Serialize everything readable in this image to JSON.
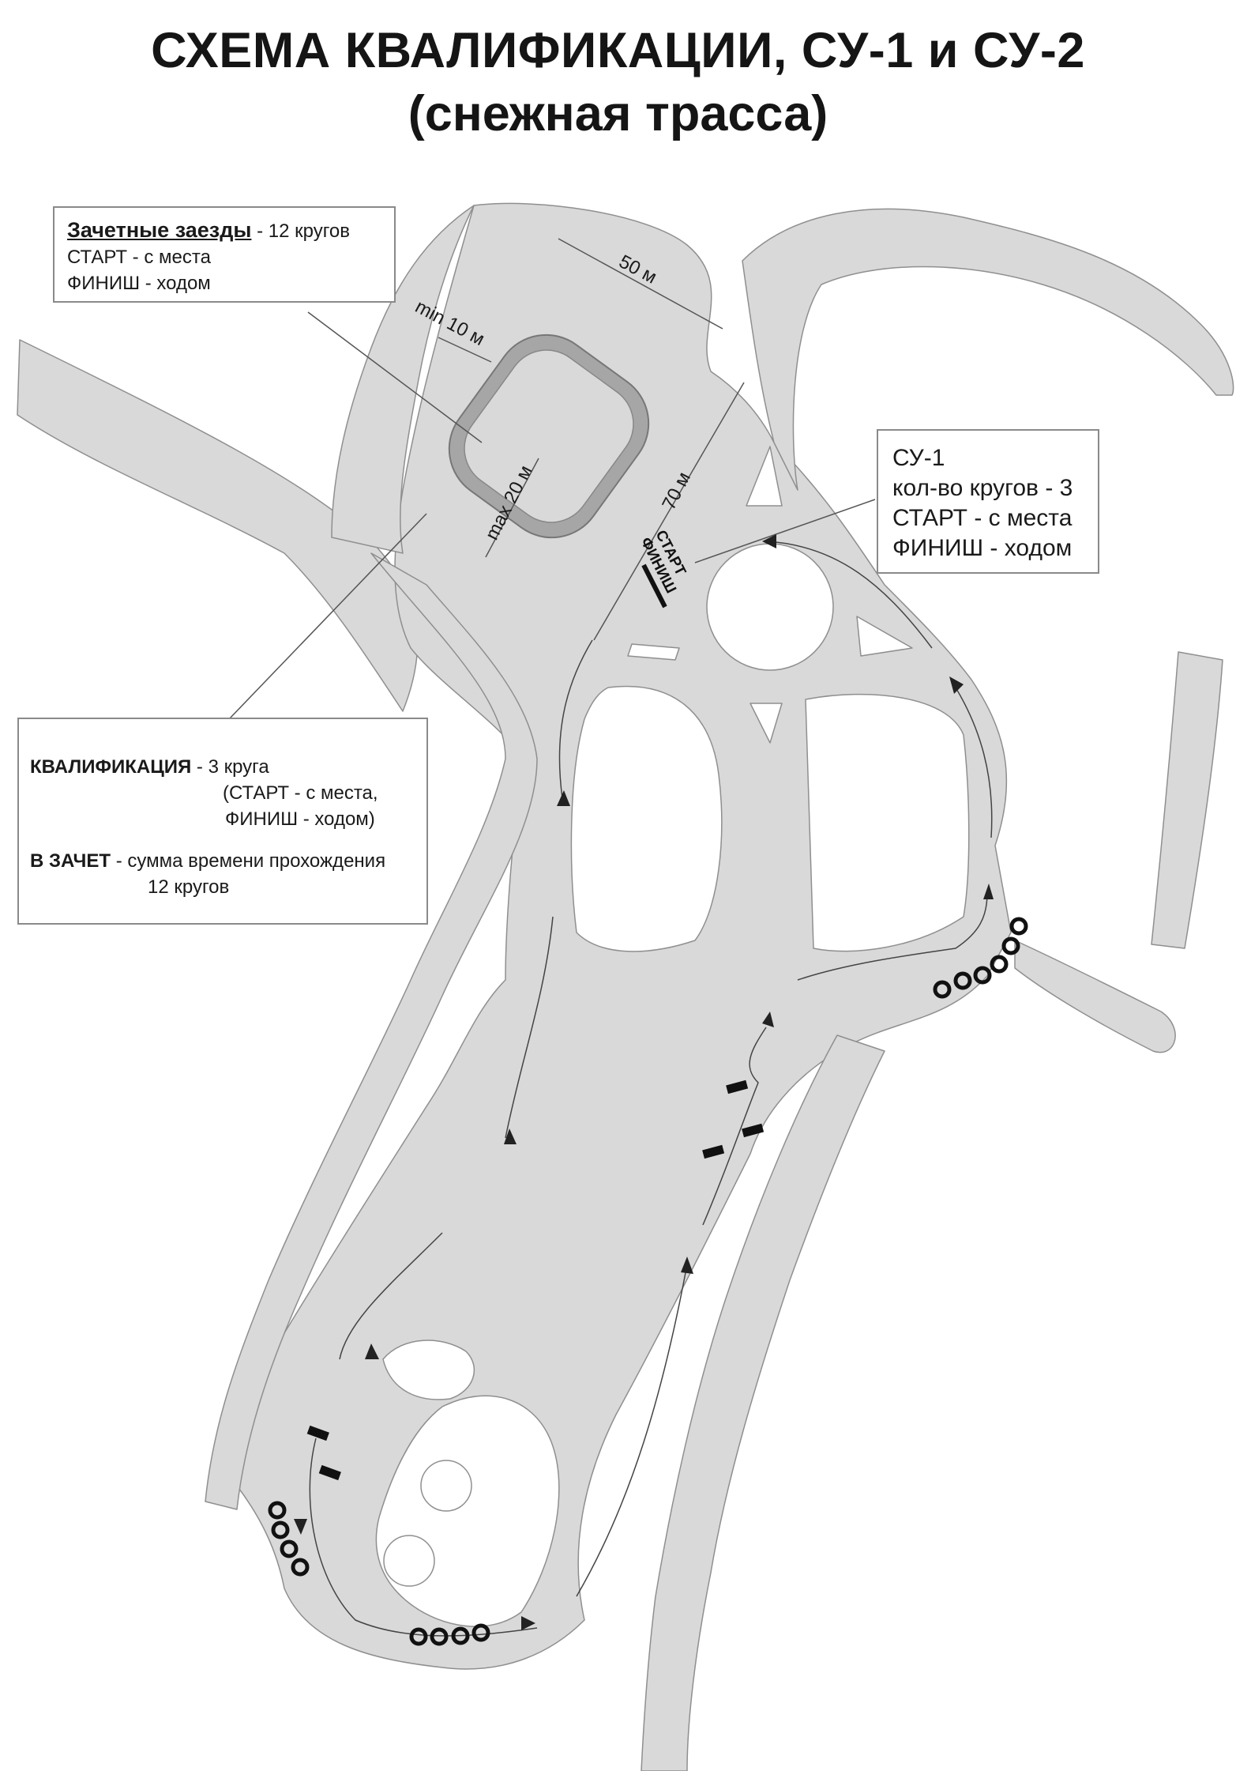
{
  "title": {
    "line1": "СХЕМА КВАЛИФИКАЦИИ, СУ-1 и СУ-2",
    "line2": "(снежная трасса)"
  },
  "races_box": {
    "heading": "Зачетные заезды",
    "heading_suffix": " - 12 кругов",
    "start": "СТАРТ - с места",
    "finish": "ФИНИШ - ходом"
  },
  "su1_box": {
    "name": "СУ-1",
    "laps": "кол-во кругов - 3",
    "start": "СТАРТ - с места",
    "finish": "ФИНИШ - ходом"
  },
  "qual_box": {
    "heading": "КВАЛИФИКАЦИЯ",
    "heading_suffix": " - 3 круга",
    "line2": "(СТАРТ - с места,",
    "line3": "ФИНИШ - ходом)",
    "credit_heading": "В ЗАЧЕТ",
    "credit_suffix": " - сумма времени прохождения",
    "credit_line2": "12  кругов"
  },
  "dimensions": {
    "width": "50 м",
    "min_width": "min 10 м",
    "length": "70 м",
    "max_width": "max 20 м"
  },
  "start_finish": {
    "start": "СТАРТ",
    "finish": "ФИНИШ"
  },
  "colors": {
    "track": "#d9d9d9",
    "track_edge": "#8f8f8f",
    "oval_ring": "#a6a6a6",
    "text": "#1a1a1a"
  }
}
